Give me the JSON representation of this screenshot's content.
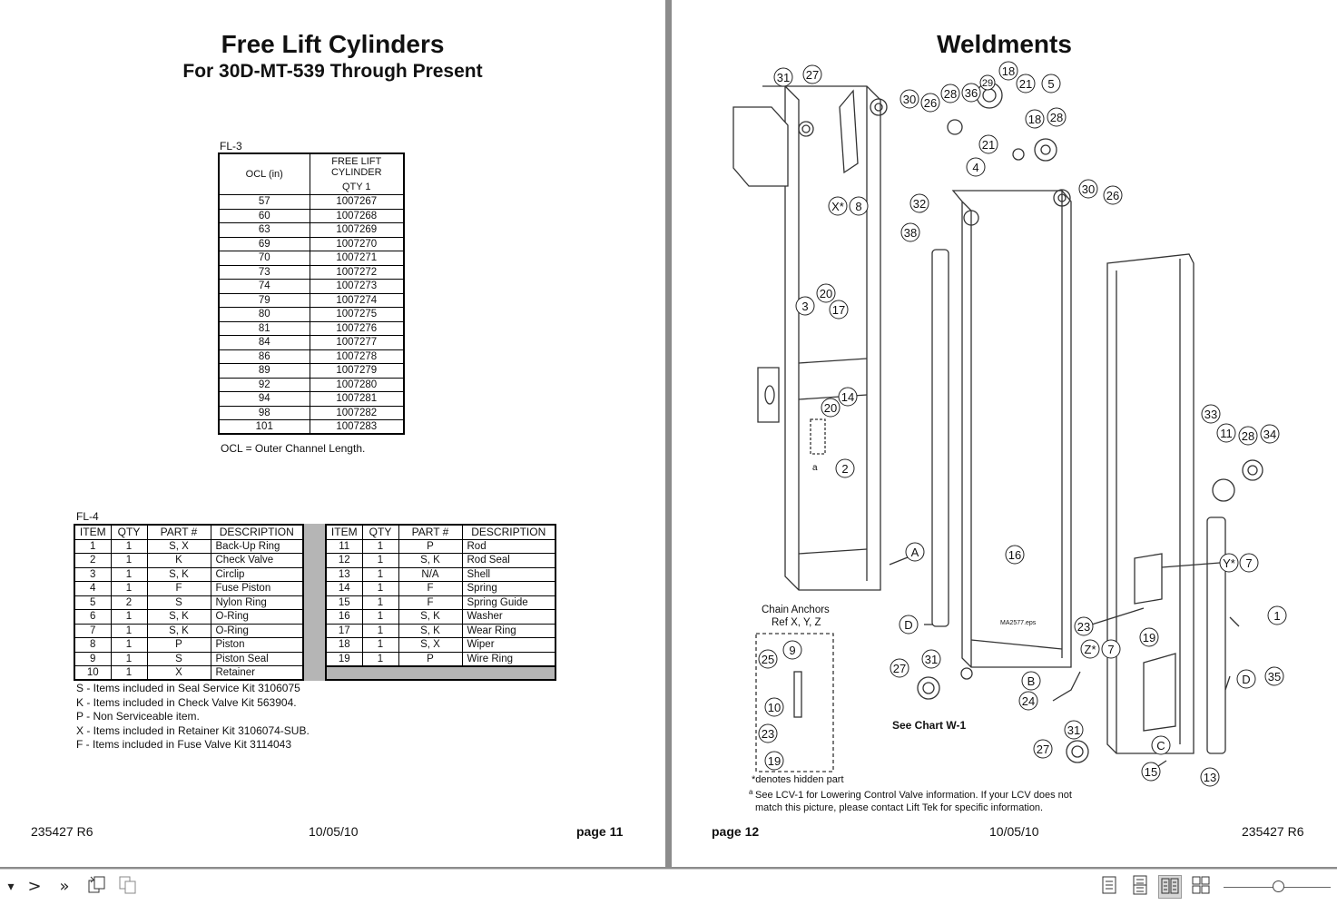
{
  "left_page": {
    "title": "Free Lift Cylinders",
    "subtitle": "For 30D-MT-539 Through Present",
    "fl3": {
      "label": "FL-3",
      "header_col1": "OCL (in)",
      "header_col2_line1": "FREE LIFT",
      "header_col2_line2": "CYLINDER",
      "header_col2_line3": "QTY 1",
      "rows": [
        [
          "57",
          "1007267"
        ],
        [
          "60",
          "1007268"
        ],
        [
          "63",
          "1007269"
        ],
        [
          "69",
          "1007270"
        ],
        [
          "70",
          "1007271"
        ],
        [
          "73",
          "1007272"
        ],
        [
          "74",
          "1007273"
        ],
        [
          "79",
          "1007274"
        ],
        [
          "80",
          "1007275"
        ],
        [
          "81",
          "1007276"
        ],
        [
          "84",
          "1007277"
        ],
        [
          "86",
          "1007278"
        ],
        [
          "89",
          "1007279"
        ],
        [
          "92",
          "1007280"
        ],
        [
          "94",
          "1007281"
        ],
        [
          "98",
          "1007282"
        ],
        [
          "101",
          "1007283"
        ]
      ],
      "note": "OCL = Outer Channel Length."
    },
    "fl4": {
      "label": "FL-4",
      "headers": [
        "ITEM",
        "QTY",
        "PART #",
        "DESCRIPTION"
      ],
      "rows_left": [
        [
          "1",
          "1",
          "S, X",
          "Back-Up Ring"
        ],
        [
          "2",
          "1",
          "K",
          "Check Valve"
        ],
        [
          "3",
          "1",
          "S, K",
          "Circlip"
        ],
        [
          "4",
          "1",
          "F",
          "Fuse Piston"
        ],
        [
          "5",
          "2",
          "S",
          "Nylon Ring"
        ],
        [
          "6",
          "1",
          "S, K",
          "O-Ring"
        ],
        [
          "7",
          "1",
          "S, K",
          "O-Ring"
        ],
        [
          "8",
          "1",
          "P",
          "Piston"
        ],
        [
          "9",
          "1",
          "S",
          "Piston Seal"
        ],
        [
          "10",
          "1",
          "X",
          "Retainer"
        ]
      ],
      "rows_right": [
        [
          "11",
          "1",
          "P",
          "Rod"
        ],
        [
          "12",
          "1",
          "S, K",
          "Rod Seal"
        ],
        [
          "13",
          "1",
          "N/A",
          "Shell"
        ],
        [
          "14",
          "1",
          "F",
          "Spring"
        ],
        [
          "15",
          "1",
          "F",
          "Spring Guide"
        ],
        [
          "16",
          "1",
          "S, K",
          "Washer"
        ],
        [
          "17",
          "1",
          "S, K",
          "Wear Ring"
        ],
        [
          "18",
          "1",
          "S, X",
          "Wiper"
        ],
        [
          "19",
          "1",
          "P",
          "Wire Ring"
        ]
      ],
      "notes": [
        "S - Items included in Seal Service Kit 3106075",
        "K - Items included in Check Valve Kit 563904.",
        "P - Non Serviceable item.",
        "X - Items included in Retainer Kit 3106074-SUB.",
        "F - Items included in Fuse Valve Kit 3114043"
      ]
    },
    "footer": {
      "doc": "235427 R6",
      "date": "10/05/10",
      "page": "page 11"
    }
  },
  "right_page": {
    "title": "Weldments",
    "chain_anchors_line1": "Chain Anchors",
    "chain_anchors_line2": "Ref X, Y, Z",
    "see_chart": "See Chart W-1",
    "drawing_id": "MA2577.eps",
    "footnote_hidden": "*denotes hidden part",
    "footnote_a_line1": "See LCV-1 for Lowering Control Valve information.  If your LCV does not",
    "footnote_a_line2": "match this picture, please contact Lift Tek for specific information.",
    "footnote_a_mark": "a",
    "footer": {
      "page": "page 12",
      "date": "10/05/10",
      "doc": "235427 R6"
    }
  },
  "toolbar": {
    "menu_arrow": "▾",
    "next": ">",
    "last": "»"
  }
}
